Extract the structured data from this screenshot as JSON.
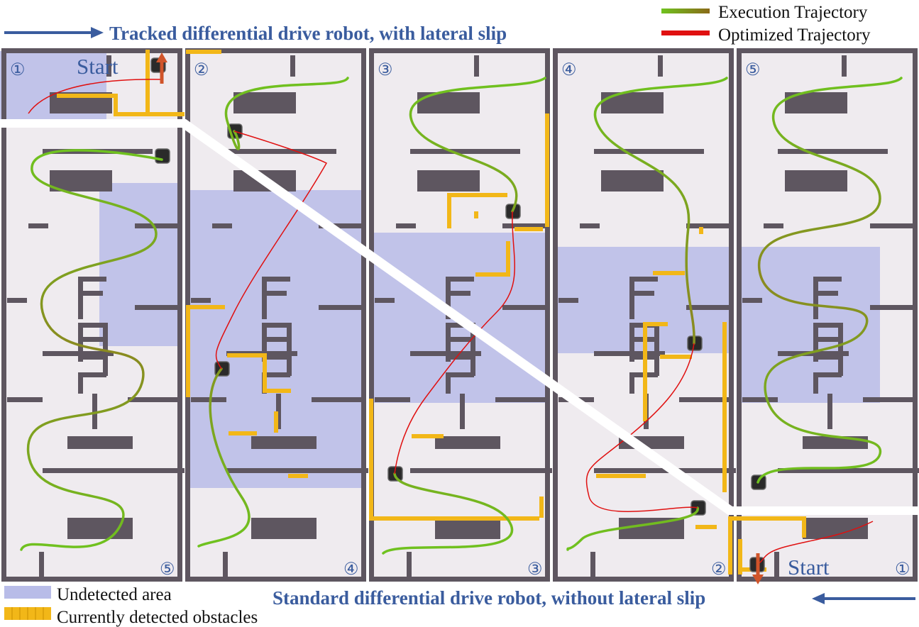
{
  "header": {
    "tracked_title": "Tracked differential drive robot, with lateral slip",
    "legend": [
      {
        "label": "Execution Trajectory",
        "color": "#8a9a20"
      },
      {
        "label": "Optimized Trajectory",
        "color": "#e01010"
      }
    ]
  },
  "footer": {
    "standard_title": "Standard differential drive robot, without lateral slip",
    "legend": [
      {
        "label": "Undetected area",
        "color": "#b8bce8"
      },
      {
        "label": "Currently detected obstacles",
        "color": "#f2b718"
      }
    ]
  },
  "panels": [
    {
      "top_label": "①",
      "bottom_label": "⑤"
    },
    {
      "top_label": "②",
      "bottom_label": "④"
    },
    {
      "top_label": "③",
      "bottom_label": "③"
    },
    {
      "top_label": "④",
      "bottom_label": "②"
    },
    {
      "top_label": "⑤",
      "bottom_label": "①"
    }
  ],
  "start_labels": {
    "top": "Start",
    "bottom": "Start"
  },
  "colors": {
    "wall": "#5e5660",
    "floor": "#efebef",
    "undetected": "#b8bce8",
    "detected": "#f2b718",
    "exec_start": "#6fc21f",
    "exec_end": "#8a6a18",
    "optimized": "#e01010",
    "arrow_blue": "#3a5c9e",
    "arrow_red": "#d0542a"
  }
}
